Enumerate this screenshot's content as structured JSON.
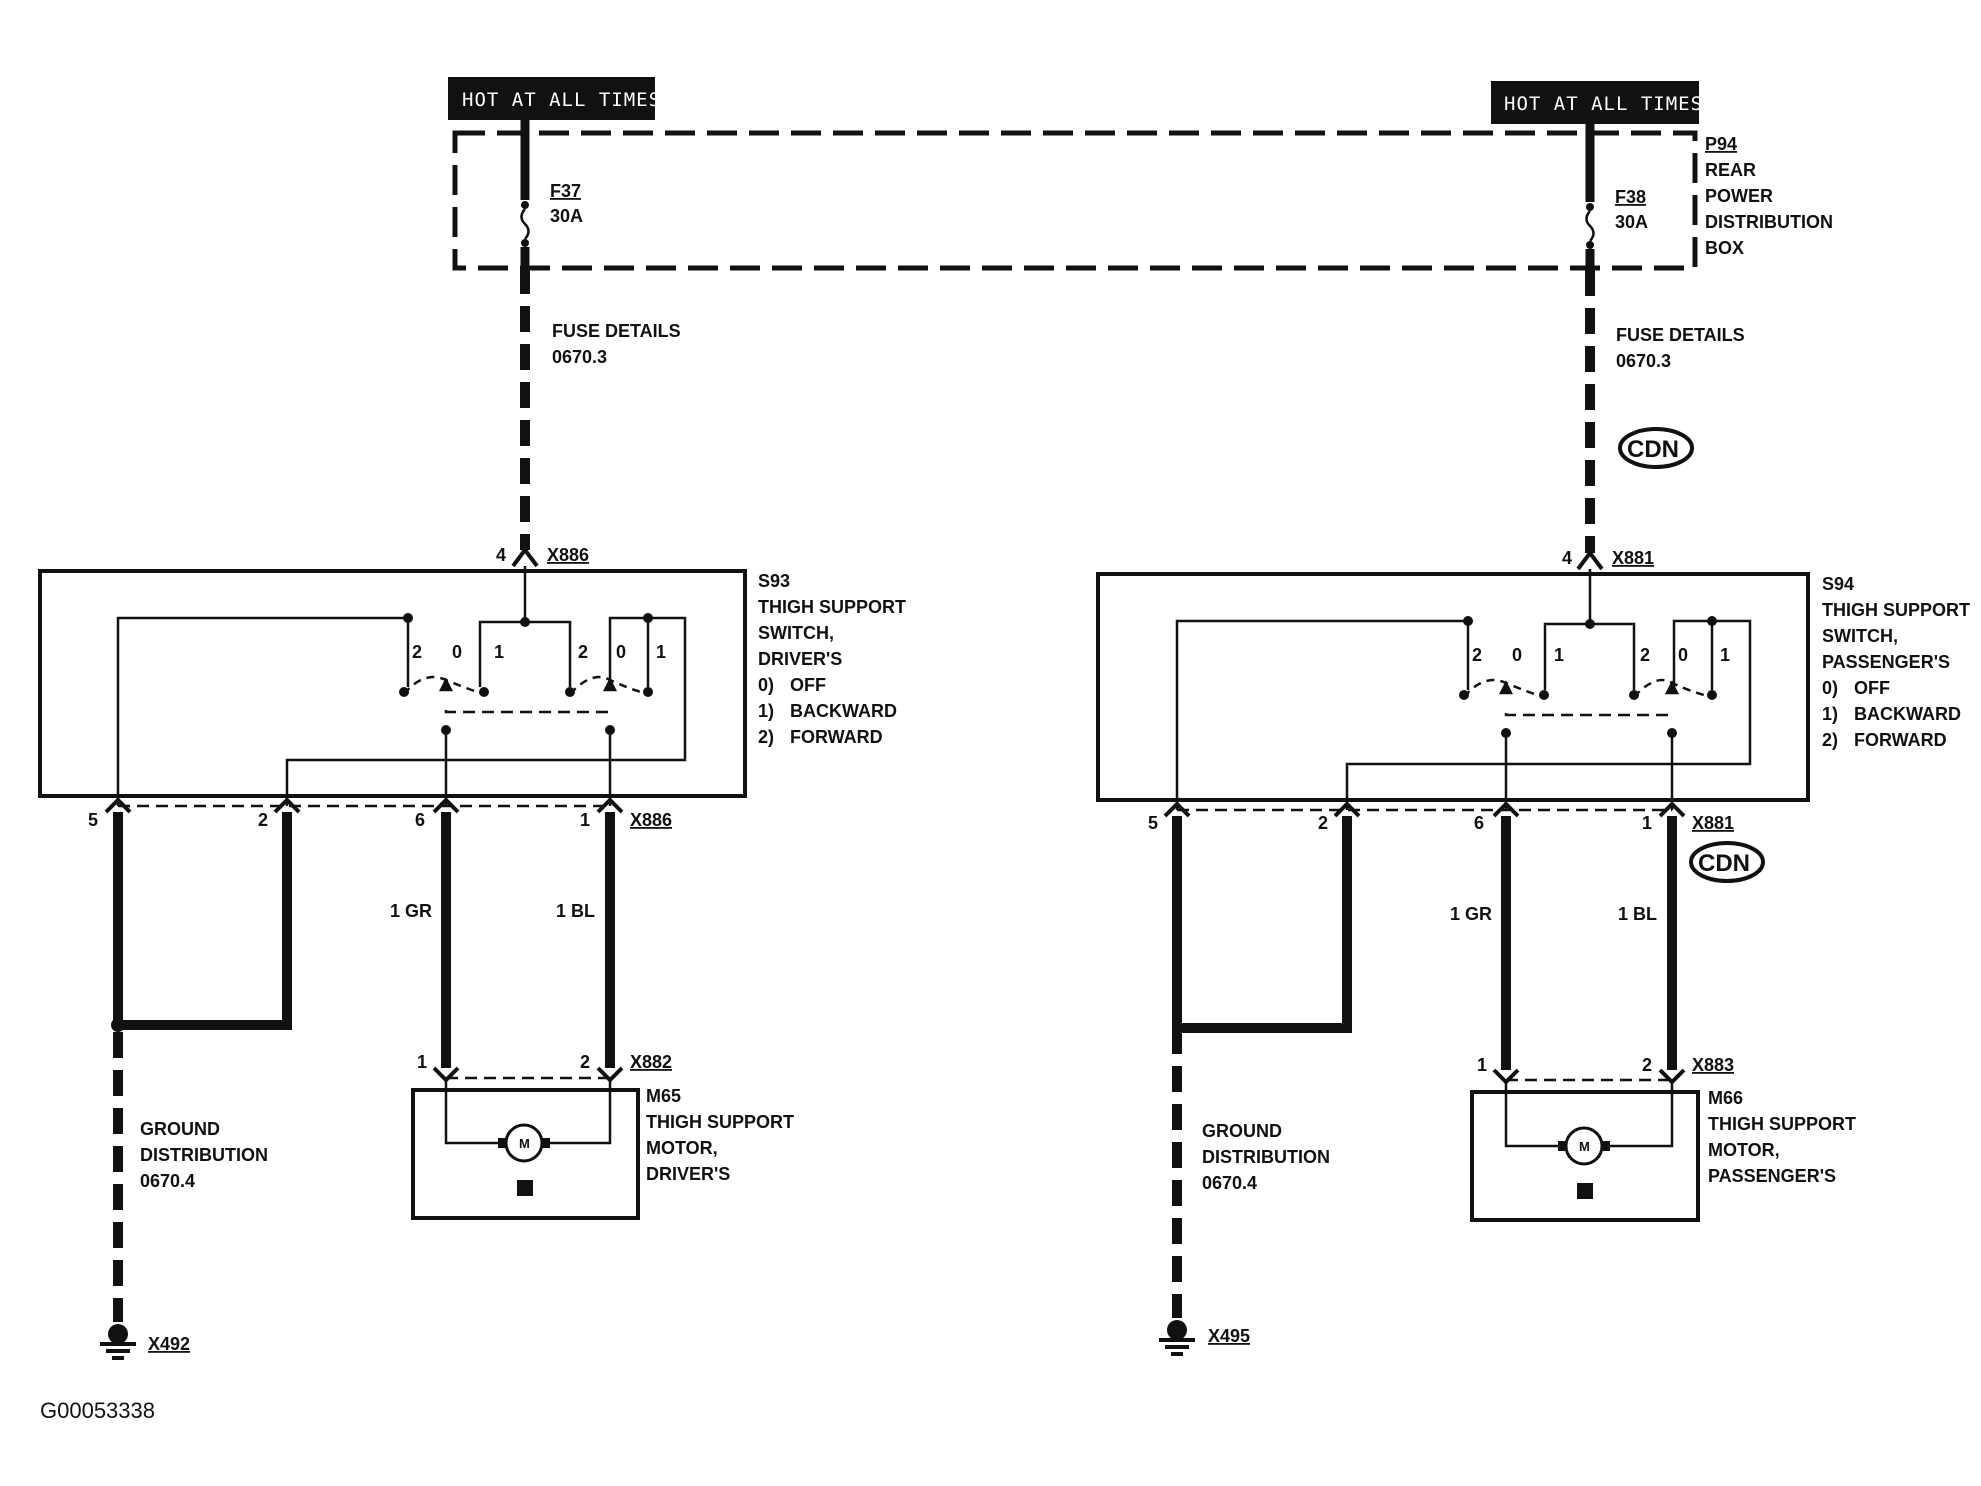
{
  "document_id": "G00053338",
  "left": {
    "hot_banner": "HOT AT ALL TIMES",
    "fuse": {
      "name": "F37",
      "rating": "30A"
    },
    "fuse_details": {
      "line1": "FUSE DETAILS",
      "line2": "0670.3"
    },
    "switch_connector": {
      "name": "X886",
      "pin_top": "4"
    },
    "switch": {
      "name": "S93",
      "desc": [
        "THIGH SUPPORT",
        "SWITCH,",
        "DRIVER'S"
      ],
      "positions": [
        {
          "num": "0)",
          "text": "OFF"
        },
        {
          "num": "1)",
          "text": "BACKWARD"
        },
        {
          "num": "2)",
          "text": "FORWARD"
        }
      ],
      "contact_labels": [
        "2",
        "0",
        "1",
        "2",
        "0",
        "1"
      ]
    },
    "bottom_connector": {
      "name": "X886",
      "pins": [
        "5",
        "2",
        "6",
        "1"
      ]
    },
    "wires": [
      "1 GR",
      "1 BL"
    ],
    "motor_connector": {
      "name": "X882",
      "pins": [
        "1",
        "2"
      ]
    },
    "motor": {
      "name": "M65",
      "symbol": "M",
      "desc": [
        "THIGH SUPPORT",
        "MOTOR,",
        "DRIVER'S"
      ]
    },
    "ground_distribution": {
      "line1": "GROUND",
      "line2": "DISTRIBUTION",
      "line3": "0670.4"
    },
    "ground": "X492"
  },
  "right": {
    "hot_banner": "HOT AT ALL TIMES",
    "fuse": {
      "name": "F38",
      "rating": "30A"
    },
    "power_box": {
      "name": "P94",
      "desc": [
        "REAR",
        "POWER",
        "DISTRIBUTION",
        "BOX"
      ]
    },
    "fuse_details": {
      "line1": "FUSE DETAILS",
      "line2": "0670.3"
    },
    "cdn_upper": "CDN",
    "switch_connector": {
      "name": "X881",
      "pin_top": "4"
    },
    "switch": {
      "name": "S94",
      "desc": [
        "THIGH SUPPORT",
        "SWITCH,",
        "PASSENGER'S"
      ],
      "positions": [
        {
          "num": "0)",
          "text": "OFF"
        },
        {
          "num": "1)",
          "text": "BACKWARD"
        },
        {
          "num": "2)",
          "text": "FORWARD"
        }
      ],
      "contact_labels": [
        "2",
        "0",
        "1",
        "2",
        "0",
        "1"
      ]
    },
    "bottom_connector": {
      "name": "X881",
      "pins": [
        "5",
        "2",
        "6",
        "1"
      ]
    },
    "cdn_lower": "CDN",
    "wires": [
      "1 GR",
      "1 BL"
    ],
    "motor_connector": {
      "name": "X883",
      "pins": [
        "1",
        "2"
      ]
    },
    "motor": {
      "name": "M66",
      "symbol": "M",
      "desc": [
        "THIGH SUPPORT",
        "MOTOR,",
        "PASSENGER'S"
      ]
    },
    "ground_distribution": {
      "line1": "GROUND",
      "line2": "DISTRIBUTION",
      "line3": "0670.4"
    },
    "ground": "X495"
  },
  "colors": {
    "ink": "#111111",
    "paper": "#ffffff"
  }
}
